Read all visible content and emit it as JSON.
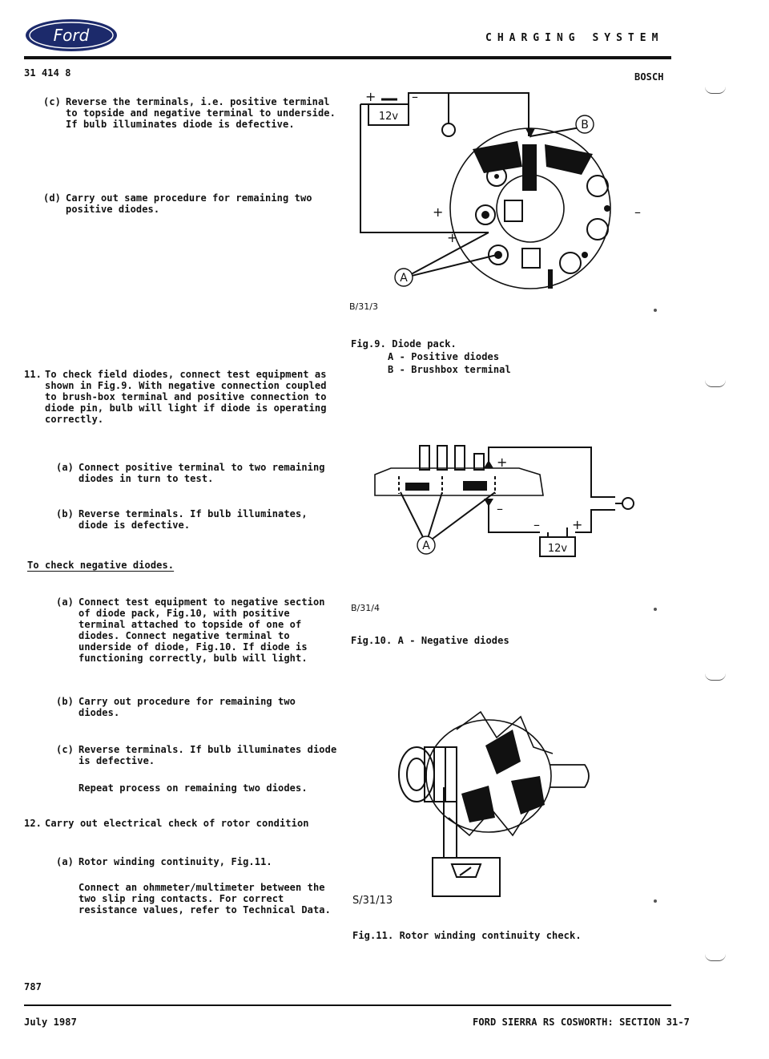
{
  "header": {
    "logo_text": "Ford",
    "section_title": "CHARGING SYSTEM",
    "ref_number": "31 414 8",
    "manufacturer": "BOSCH"
  },
  "left": {
    "c1": {
      "label": "(c)",
      "text": "Reverse the terminals, i.e. positive terminal to topside and negative terminal to underside. If bulb illuminates diode is defective."
    },
    "d1": {
      "label": "(d)",
      "text": "Carry out same procedure for remaining two positive diodes."
    },
    "s11": {
      "label": "11.",
      "text": "To check field diodes, connect test equipment as shown in Fig.9. With negative connection coupled to brush-box terminal and positive connection to diode pin, bulb will light if diode is operating correctly."
    },
    "a11": {
      "label": "(a)",
      "text": "Connect positive terminal to two remaining diodes in turn to test."
    },
    "b11": {
      "label": "(b)",
      "text": "Reverse terminals. If bulb illuminates, diode is defective."
    },
    "neg_heading": "To check negative diodes.",
    "a_neg": {
      "label": "(a)",
      "text": "Connect test equipment to negative section of diode pack, Fig.10, with positive terminal attached to topside of one of diodes. Connect negative terminal to underside of diode, Fig.10. If diode is functioning correctly, bulb will light."
    },
    "b_neg": {
      "label": "(b)",
      "text": "Carry out procedure for remaining two diodes."
    },
    "c_neg": {
      "label": "(c)",
      "text": "Reverse terminals. If bulb illuminates diode is defective."
    },
    "repeat": "Repeat process on remaining two diodes.",
    "s12": {
      "label": "12.",
      "text": "Carry out electrical check of rotor condition"
    },
    "a12": {
      "label": "(a)",
      "text": "Rotor winding continuity, Fig.11."
    },
    "a12_detail": "Connect an ohmmeter/multimeter between the two slip ring contacts. For correct resistance values, refer to Technical Data."
  },
  "figures": {
    "fig9": {
      "code": "B/31/3",
      "caption_title": "Fig.9. Diode pack.",
      "caption_a": "A - Positive diodes",
      "caption_b": "B - Brushbox terminal",
      "battery_label": "12v",
      "label_a": "A",
      "label_b": "B",
      "plus": "+",
      "minus": "–"
    },
    "fig10": {
      "code": "B/31/4",
      "caption": "Fig.10. A - Negative diodes",
      "battery_label": "12v",
      "label_a": "A",
      "plus": "+",
      "minus": "–"
    },
    "fig11": {
      "code": "S/31/13",
      "caption": "Fig.11. Rotor winding continuity check."
    }
  },
  "footer": {
    "page_number": "787",
    "date": "July 1987",
    "document_ref": "FORD SIERRA RS COSWORTH: SECTION 31-7"
  },
  "colors": {
    "ink": "#111111",
    "logo_blue": "#1c2a6b"
  }
}
